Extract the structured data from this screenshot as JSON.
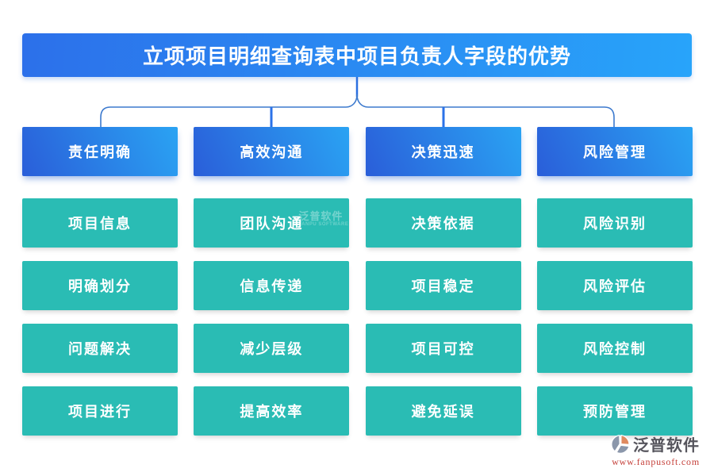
{
  "title": "立项项目明细查询表中项目负责人字段的优势",
  "columns": [
    {
      "header": "责任明确",
      "items": [
        "项目信息",
        "明确划分",
        "问题解决",
        "项目进行"
      ]
    },
    {
      "header": "高效沟通",
      "items": [
        "团队沟通",
        "信息传递",
        "减少层级",
        "提高效率"
      ]
    },
    {
      "header": "决策迅速",
      "items": [
        "决策依据",
        "项目稳定",
        "项目可控",
        "避免延误"
      ]
    },
    {
      "header": "风险管理",
      "items": [
        "风险识别",
        "风险评估",
        "风险控制",
        "预防管理"
      ]
    }
  ],
  "watermark": {
    "text": "泛普软件",
    "subtext": "FANPU SOFTWARE"
  },
  "footer": {
    "brand": "泛普软件",
    "url": "www.fanpusoft.com"
  },
  "colors": {
    "title_gradient_start": "#2c70ea",
    "title_gradient_end": "#28a4fa",
    "header_gradient_start": "#2a5ed9",
    "header_gradient_end": "#2aa3f3",
    "cell_teal": "#2abcb4",
    "connector_blue": "#2b72e8",
    "url_red": "#c5403a"
  }
}
